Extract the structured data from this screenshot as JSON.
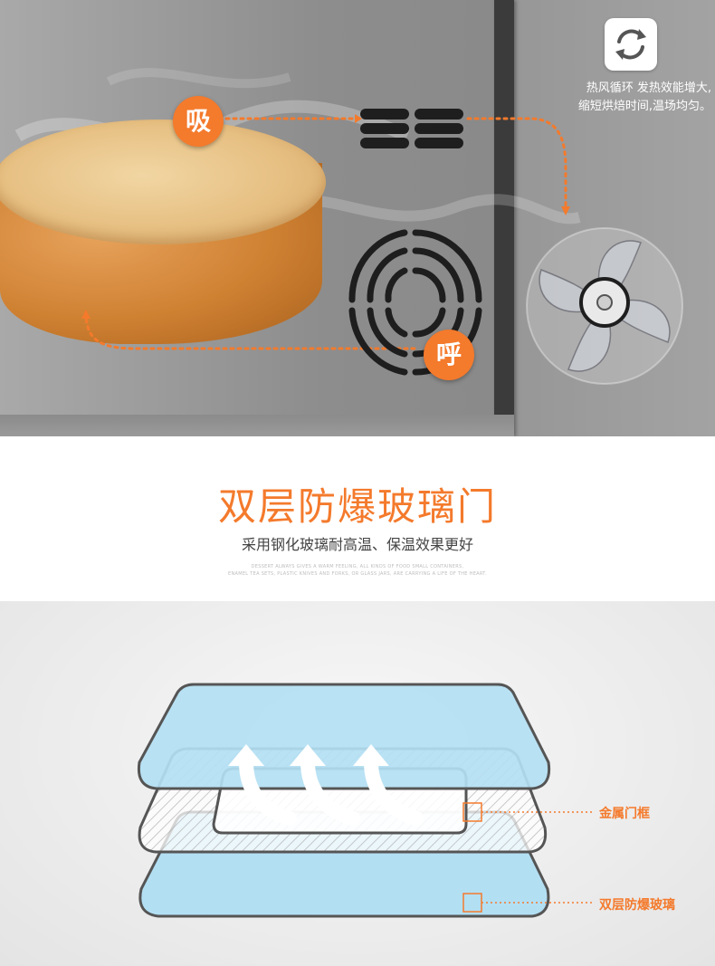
{
  "airflow": {
    "inhale_label": "吸",
    "exhale_label": "呼",
    "caption_line1": "热风循环 发热效能增大,",
    "caption_line2": "缩短烘焙时间,温场均匀。",
    "icon": "recycle-icon"
  },
  "feature": {
    "title": "双层防爆玻璃门",
    "subtitle": "采用钢化玻璃耐高温、保温效果更好",
    "fine_print_line1": "DESSERT ALWAYS GIVES A WARM FEELING, ALL KINDS OF FOOD SMALL CONTAINERS,",
    "fine_print_line2": "ENAMEL TEA SETS, PLASTIC KNIVES AND FORKS, OR GLASS JARS, ARE CARRYING A LIFE OF THE HEART."
  },
  "diagram": {
    "label_frame": "金属门框",
    "label_glass": "双层防爆玻璃"
  },
  "colors": {
    "accent": "#f47a2c",
    "glass": "#b3dff3",
    "frame_stroke": "#555555"
  }
}
